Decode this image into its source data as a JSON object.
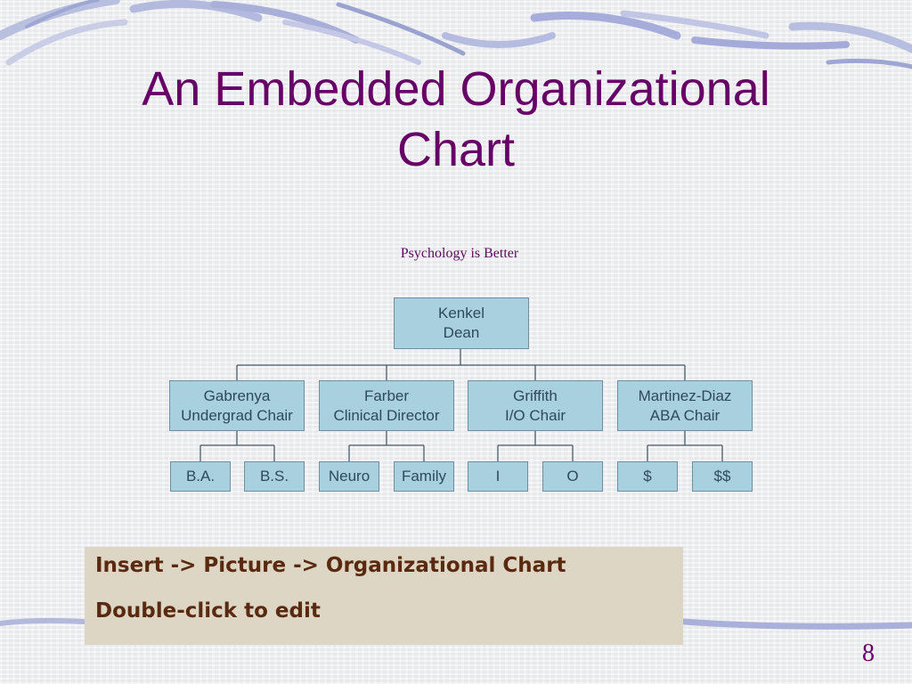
{
  "slide": {
    "title_line1": "An Embedded Organizational",
    "title_line2": "Chart",
    "page_number": "8"
  },
  "org_chart": {
    "title": "Psychology is Better",
    "root": {
      "name": "Kenkel",
      "role": "Dean"
    },
    "departments": [
      {
        "name": "Gabrenya",
        "role": "Undergrad Chair",
        "children": [
          "B.A.",
          "B.S."
        ]
      },
      {
        "name": "Farber",
        "role": "Clinical Director",
        "children": [
          "Neuro",
          "Family"
        ]
      },
      {
        "name": "Griffith",
        "role": "I/O Chair",
        "children": [
          "I",
          "O"
        ]
      },
      {
        "name": "Martinez-Diaz",
        "role": "ABA Chair",
        "children": [
          "$",
          "$$"
        ]
      }
    ]
  },
  "note": {
    "line1": "Insert -> Picture -> Organizational Chart",
    "line2": "Double-click to edit"
  },
  "colors": {
    "title": "#660066",
    "node_fill": "#a9d0df",
    "node_text": "#2e4a5a",
    "note_fill": "#ddd6c4",
    "note_text": "#5a2a10"
  }
}
